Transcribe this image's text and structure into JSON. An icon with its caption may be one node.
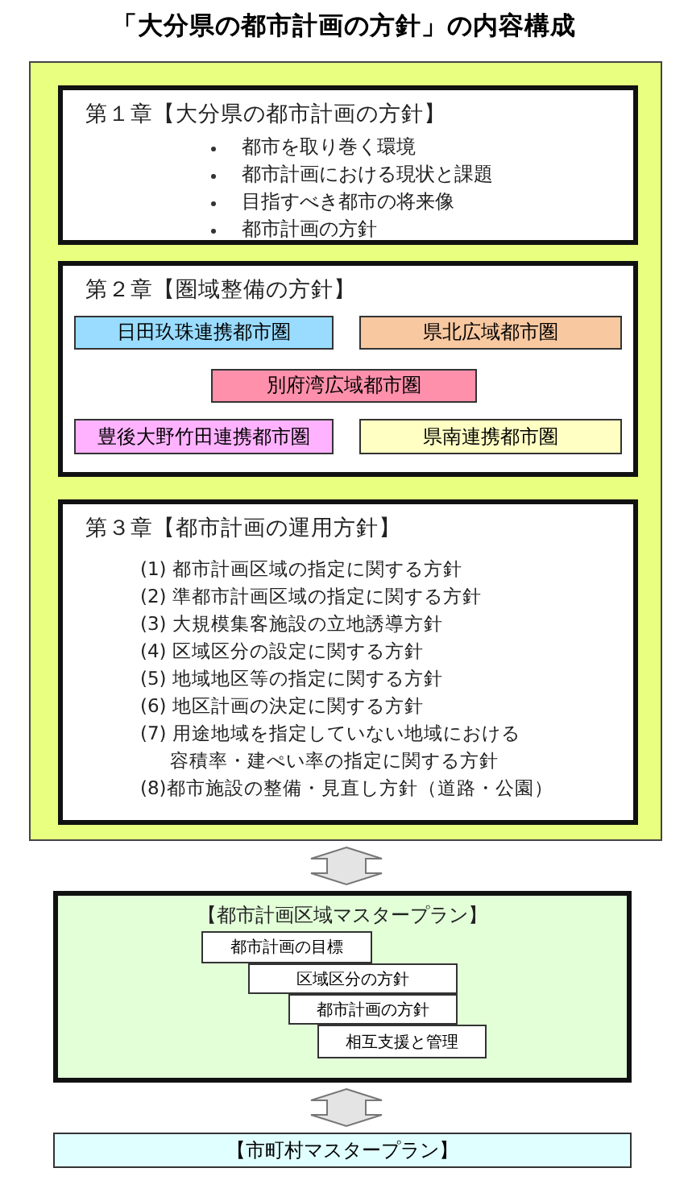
{
  "diagram": {
    "title": "「大分県の都市計画の方針」の内容構成",
    "nodes": [
      {
        "text": [],
        "shape": "box"
      },
      {
        "text": [
          "第１章【大分県の都市計画の方針】",
          "都市を取り巻く環境",
          "都市計画における現状と課題",
          "目指すべき都市の将来像",
          "都市計画の方針"
        ],
        "in": 0
      },
      {
        "text": [
          "第２章【圏域整備の方針】"
        ],
        "in": 0
      },
      {
        "text": [
          "日田玖珠連携都市圏"
        ],
        "in": 2
      },
      {
        "text": [
          "県北広域都市圏"
        ],
        "in": 2
      },
      {
        "text": [
          "別府湾広域都市圏"
        ],
        "in": 2
      },
      {
        "text": [
          "豊後大野竹田連携都市圏"
        ],
        "in": 2
      },
      {
        "text": [
          "県南連携都市圏"
        ],
        "in": 2
      },
      {
        "text": [
          "第３章【都市計画の運用方針】",
          "(1) 都市計画区域の指定に関する方針",
          "(2) 準都市計画区域の指定に関する方針",
          "(3) 大規模集客施設の立地誘導方針",
          "(4) 区域区分の設定に関する方針",
          "(5) 地域地区等の指定に関する方針",
          "(6) 地区計画の決定に関する方針",
          "(7) 用途地域を指定していない地域における容積率・建ぺい率の指定に関する方針",
          "(8)都市施設の整備・見直し方針（道路・公園）"
        ],
        "in": 0
      },
      {
        "text": [
          "【都市計画区域マスタープラン】"
        ]
      },
      {
        "text": [
          "都市計画の目標"
        ],
        "in": 9
      },
      {
        "text": [
          "区域区分の方針"
        ],
        "in": 9
      },
      {
        "text": [
          "都市計画の方針"
        ],
        "in": 9
      },
      {
        "text": [
          "相互支援と管理"
        ],
        "in": 9
      },
      {
        "text": [
          "【市町村マスタープラン】"
        ]
      }
    ],
    "edges": [
      {
        "from": 0,
        "to": 9,
        "arrow": "both"
      },
      {
        "from": 9,
        "to": 14,
        "arrow": "both"
      }
    ]
  }
}
